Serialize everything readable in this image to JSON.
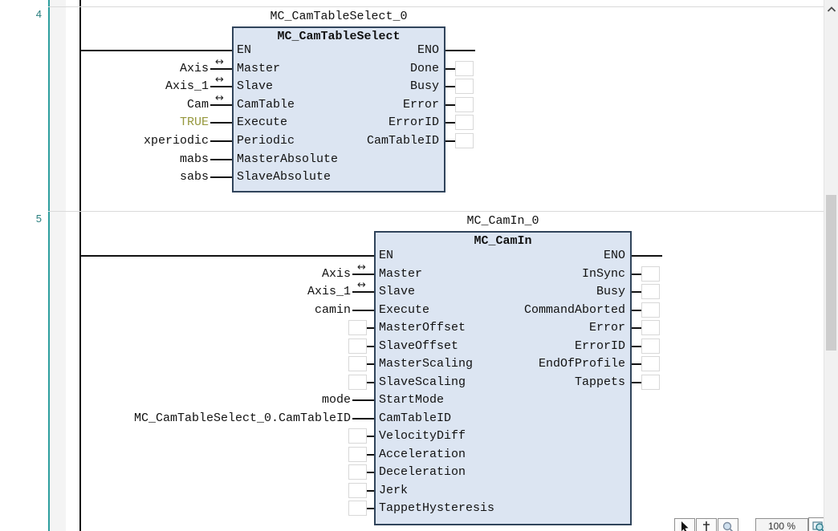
{
  "editor": {
    "networks": [
      {
        "number": "4",
        "instance": "MC_CamTableSelect_0",
        "title": "MC_CamTableSelect",
        "inputs": [
          {
            "pin": "EN",
            "kind": "rail"
          },
          {
            "pin": "Master",
            "operand": "Axis",
            "inout": true
          },
          {
            "pin": "Slave",
            "operand": "Axis_1",
            "inout": true
          },
          {
            "pin": "CamTable",
            "operand": "Cam",
            "inout": true
          },
          {
            "pin": "Execute",
            "operand": "TRUE",
            "literal": true
          },
          {
            "pin": "Periodic",
            "operand": "xperiodic"
          },
          {
            "pin": "MasterAbsolute",
            "operand": "mabs"
          },
          {
            "pin": "SlaveAbsolute",
            "operand": "sabs"
          }
        ],
        "outputs": [
          {
            "pin": "ENO",
            "kind": "wire"
          },
          {
            "pin": "Done",
            "kind": "box"
          },
          {
            "pin": "Busy",
            "kind": "box"
          },
          {
            "pin": "Error",
            "kind": "box"
          },
          {
            "pin": "ErrorID",
            "kind": "box"
          },
          {
            "pin": "CamTableID",
            "kind": "box"
          }
        ]
      },
      {
        "number": "5",
        "instance": "MC_CamIn_0",
        "title": "MC_CamIn",
        "inputs": [
          {
            "pin": "EN",
            "kind": "rail"
          },
          {
            "pin": "Master",
            "operand": "Axis",
            "inout": true
          },
          {
            "pin": "Slave",
            "operand": "Axis_1",
            "inout": true
          },
          {
            "pin": "Execute",
            "operand": "camin"
          },
          {
            "pin": "MasterOffset",
            "kind": "box"
          },
          {
            "pin": "SlaveOffset",
            "kind": "box"
          },
          {
            "pin": "MasterScaling",
            "kind": "box"
          },
          {
            "pin": "SlaveScaling",
            "kind": "box"
          },
          {
            "pin": "StartMode",
            "operand": "mode"
          },
          {
            "pin": "CamTableID",
            "operand": "MC_CamTableSelect_0.CamTableID"
          },
          {
            "pin": "VelocityDiff",
            "kind": "box"
          },
          {
            "pin": "Acceleration",
            "kind": "box"
          },
          {
            "pin": "Deceleration",
            "kind": "box"
          },
          {
            "pin": "Jerk",
            "kind": "box"
          },
          {
            "pin": "TappetHysteresis",
            "kind": "box"
          }
        ],
        "outputs": [
          {
            "pin": "ENO",
            "kind": "wire"
          },
          {
            "pin": "InSync",
            "kind": "box"
          },
          {
            "pin": "Busy",
            "kind": "box"
          },
          {
            "pin": "CommandAborted",
            "kind": "box"
          },
          {
            "pin": "Error",
            "kind": "box"
          },
          {
            "pin": "ErrorID",
            "kind": "box"
          },
          {
            "pin": "EndOfProfile",
            "kind": "box"
          },
          {
            "pin": "Tappets",
            "kind": "box"
          }
        ]
      }
    ]
  },
  "toolbar": {
    "zoom_level": "100 %",
    "icons": [
      "select-cursor-icon",
      "pan-crosshair-icon",
      "magnifier-icon",
      "zoom-region-icon"
    ]
  },
  "scrollbar": {
    "icons": [
      "chevron-up-icon"
    ]
  },
  "colors": {
    "block_fill": "#dce5f2",
    "block_border": "#30445b",
    "wire": "#111111",
    "literal_true": "#96983e",
    "network_accent": "#2d9e9e",
    "network_number": "#2a7f7f",
    "scroll_track": "#f1f1f1",
    "scroll_thumb": "#cdcdcd"
  }
}
